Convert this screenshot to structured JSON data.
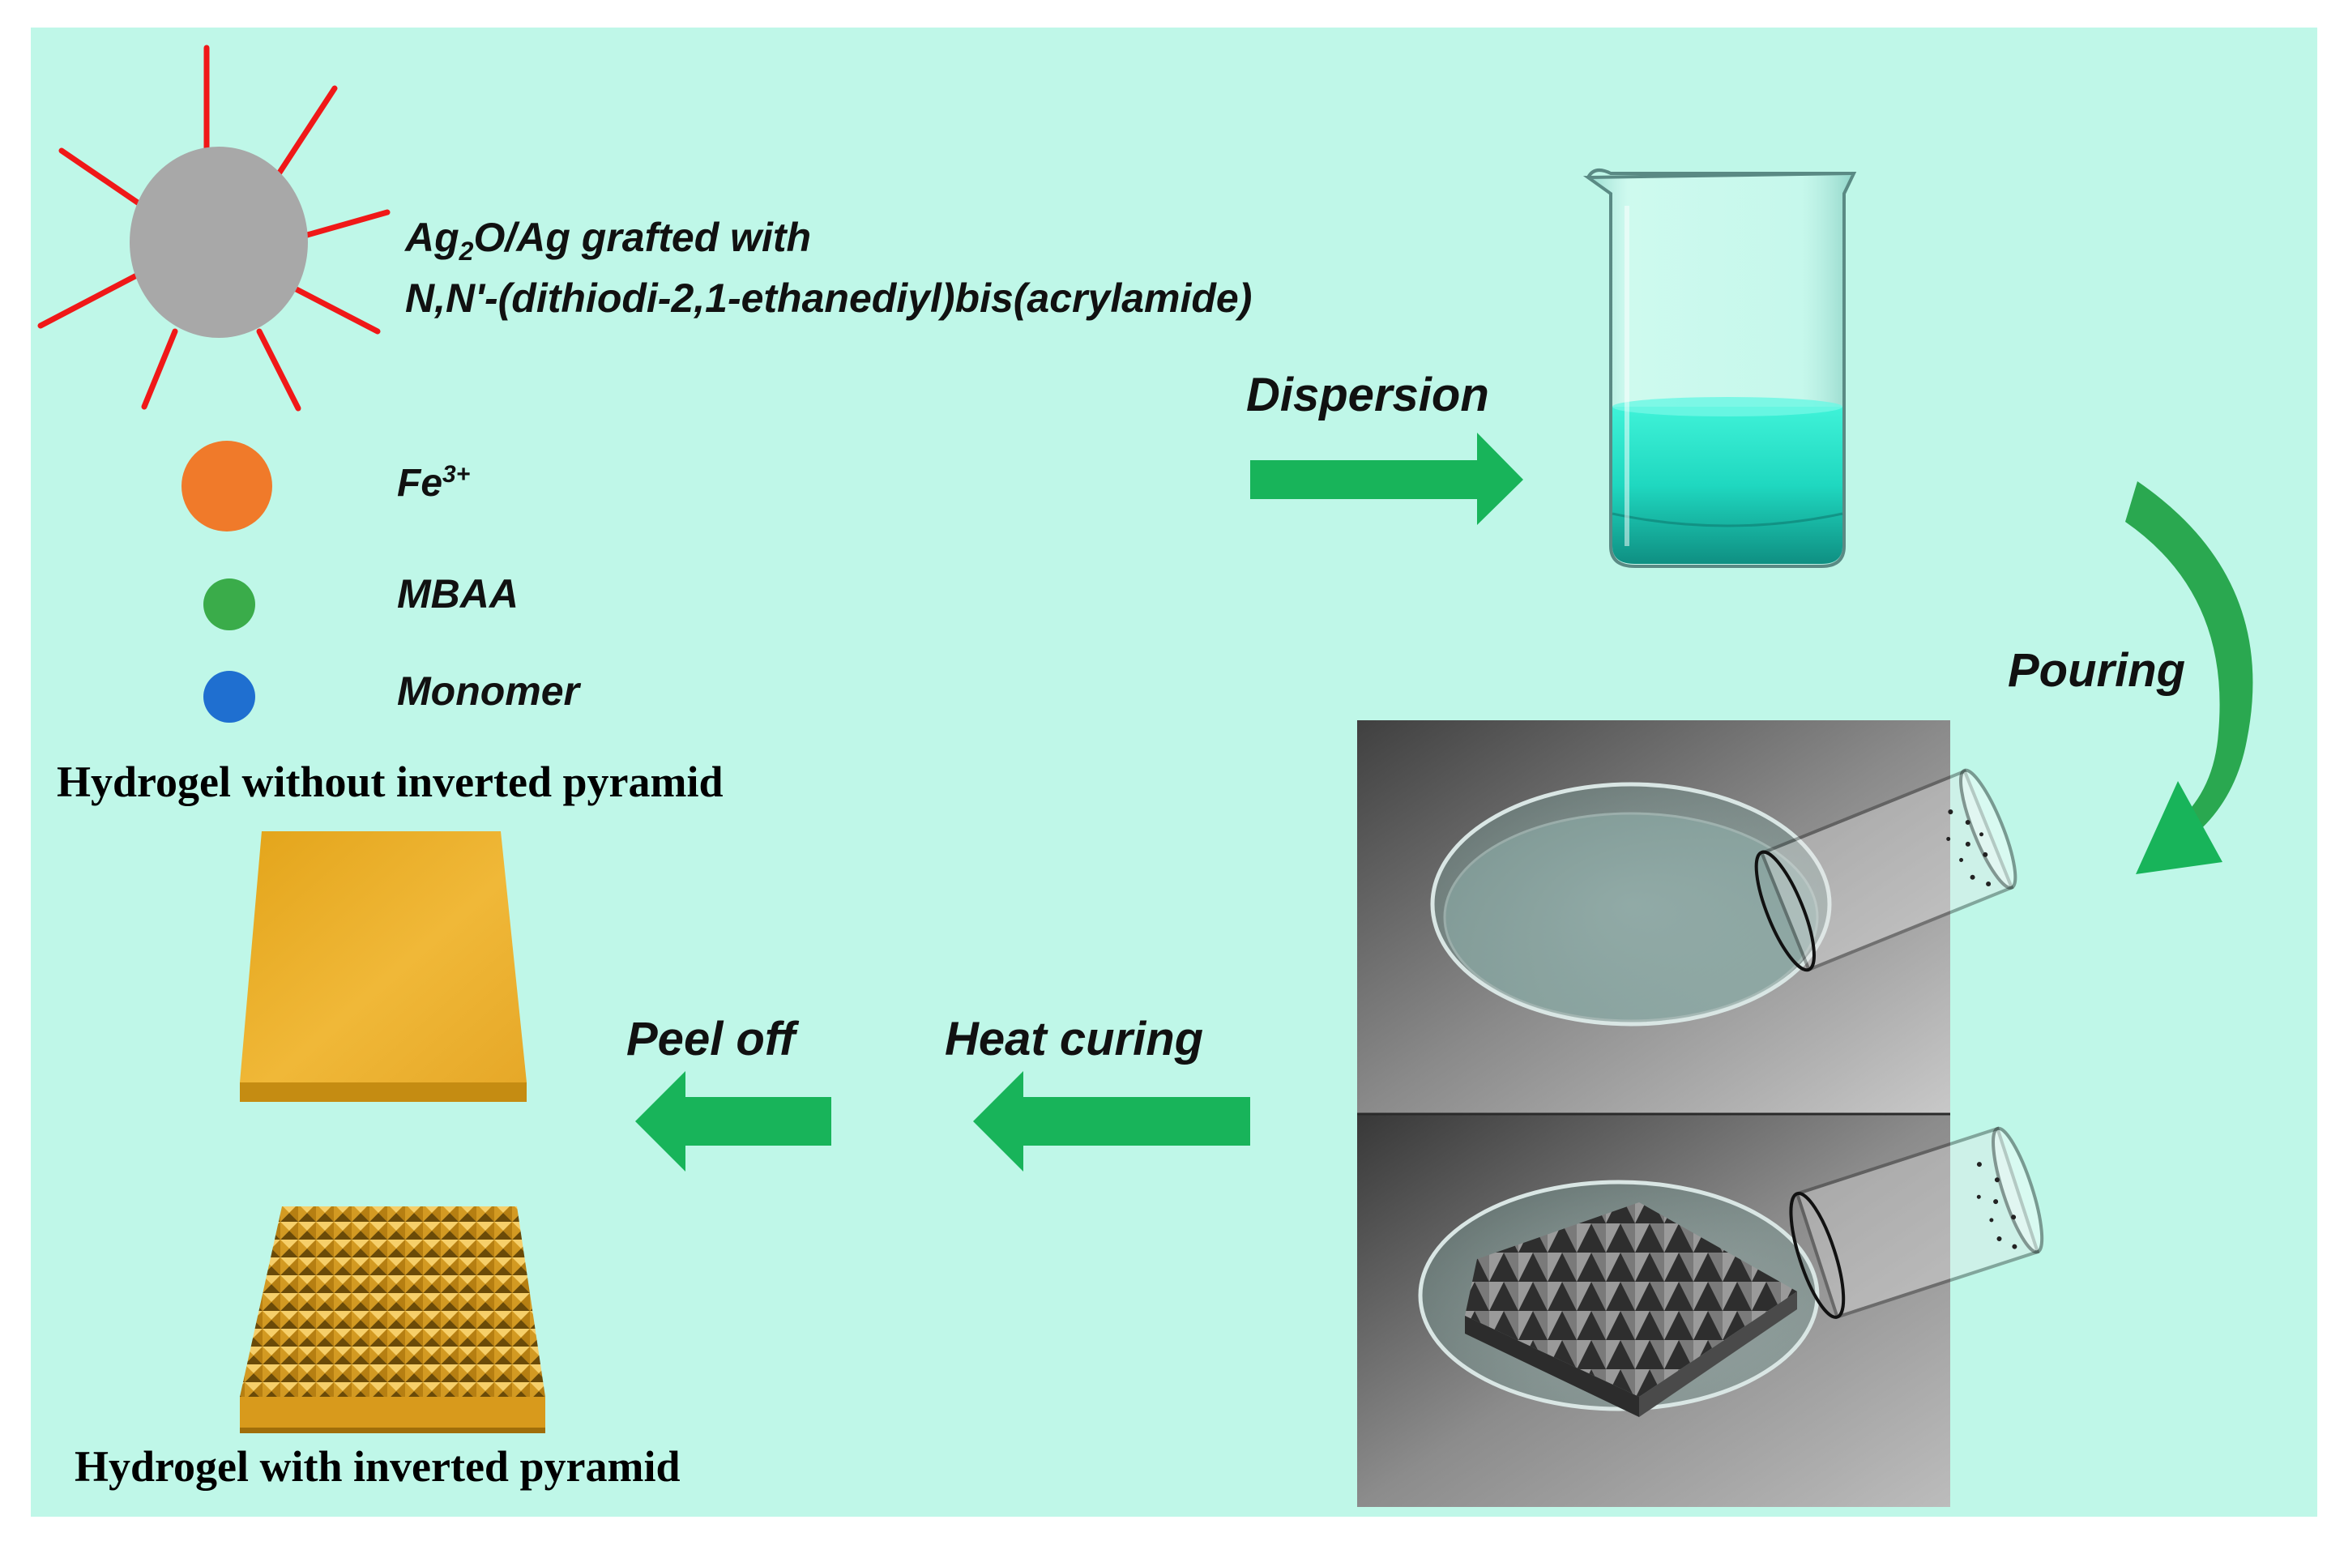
{
  "legend": {
    "ag_particle_line1_pre": "Ag",
    "ag_particle_line1_sub": "2",
    "ag_particle_line1_post": "O/Ag grafted with",
    "ag_particle_line2": "N,N'-(dithiodi-2,1-ethanediyl)bis(acrylamide)",
    "fe_base": "Fe",
    "fe_sup": "3+",
    "mbaa": "MBAA",
    "monomer": "Monomer"
  },
  "steps": {
    "dispersion": "Dispersion",
    "pouring": "Pouring",
    "heat_curing": "Heat curing",
    "peel_off": "Peel off"
  },
  "products": {
    "without_pyramid": "Hydrogel without inverted pyramid",
    "with_pyramid": "Hydrogel with inverted pyramid"
  },
  "colors": {
    "background": "#bff7e8",
    "arrow_green": "#18b45a",
    "nanoparticle_grey": "#a8a8a8",
    "ligand_red": "#f01818",
    "fe_orange": "#f07a2a",
    "mbaa_green": "#3aac4a",
    "monomer_blue": "#1f6fd0",
    "hydrogel_gold": "#e2a81a",
    "solution_cyan": "#28e6cc"
  }
}
